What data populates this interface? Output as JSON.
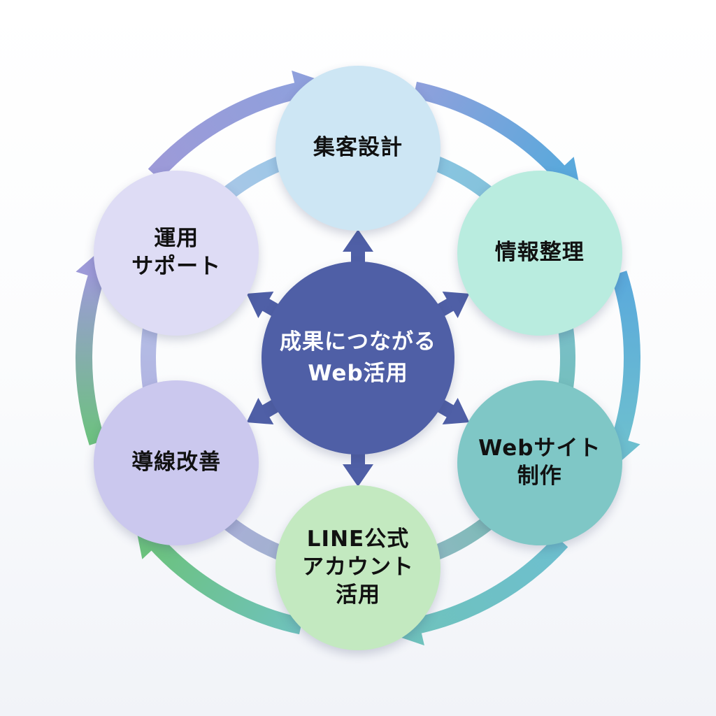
{
  "diagram": {
    "type": "cycle",
    "center": {
      "label": "成果につながる\nWeb活用",
      "color": "#4f5fa6",
      "text_color": "#ffffff"
    },
    "nodes": [
      {
        "id": "shukyaku",
        "label": "集客設計",
        "color": "#cde6f4"
      },
      {
        "id": "joho",
        "label": "情報整理",
        "color": "#b9ecdf"
      },
      {
        "id": "website",
        "label": "Webサイト\n制作",
        "color": "#7fc7c6"
      },
      {
        "id": "line",
        "label": "LINE公式\nアカウント\n活用",
        "color": "#c3e9c0"
      },
      {
        "id": "dosen",
        "label": "導線改善",
        "color": "#cbc8ee"
      },
      {
        "id": "unyo",
        "label": "運用\nサポート",
        "color": "#dedcf5"
      }
    ],
    "cycle_direction": "clockwise",
    "flow": [
      "集客設計",
      "情報整理",
      "Webサイト制作",
      "LINE公式アカウント活用",
      "導線改善",
      "運用サポート"
    ],
    "arrow_colors": {
      "outer": [
        "#5aa9dc",
        "#6dbfcf",
        "#6fc2bd",
        "#6cc27e",
        "#9d9ad8",
        "#8fa0dc"
      ],
      "connector": [
        "#8ec8e6",
        "#7fbfd6",
        "#6fbfb0",
        "#9bb4c8",
        "#b0acdf",
        "#b6c6e8"
      ],
      "spoke": "#4f5fa6"
    }
  }
}
